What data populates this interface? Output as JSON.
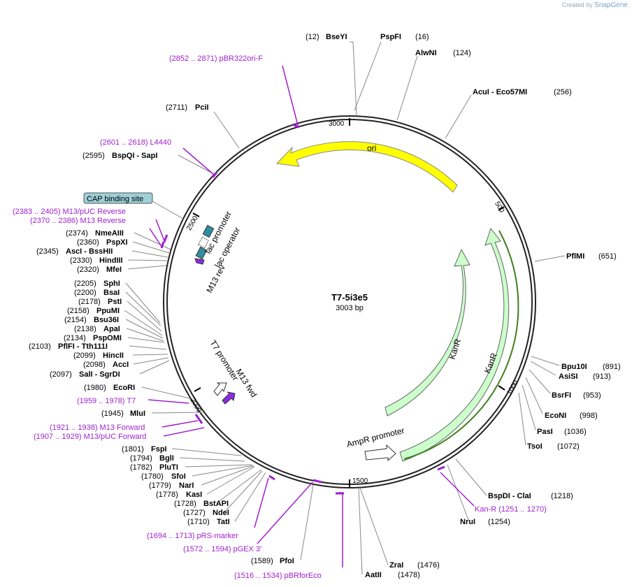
{
  "brand": {
    "prefix": "Created by",
    "name": "SnapGene"
  },
  "plasmid": {
    "name": "T7-5i3e5",
    "length_label": "3003 bp"
  },
  "ticks": [
    "500",
    "1000",
    "1500",
    "2000",
    "2500",
    "3000"
  ],
  "features": {
    "ori": "ori",
    "kanr_inner": "KanR",
    "kanr_outer": "KanR",
    "ampr_promoter": "AmpR promoter",
    "lac_promoter": "lac promoter",
    "lac_operator": "lac operator",
    "m13_rev": "M13 rev",
    "t7_promoter": "T7 promoter",
    "m13_fwd": "M13 fwd",
    "cap_site": "CAP binding site"
  },
  "sites": [
    {
      "pos": "(12)",
      "name": "BseYI"
    },
    {
      "pos": "(16)",
      "name": "PspFI"
    },
    {
      "pos": "(124)",
      "name": "AlwNI"
    },
    {
      "pos": "(256)",
      "name": "AcuI  - Eco57MI"
    },
    {
      "pos": "(651)",
      "name": "PflMI"
    },
    {
      "pos": "(891)",
      "name": "Bpu10I"
    },
    {
      "pos": "(913)",
      "name": "AsiSI"
    },
    {
      "pos": "(953)",
      "name": "BsrFI"
    },
    {
      "pos": "(998)",
      "name": "EcoNI"
    },
    {
      "pos": "(1036)",
      "name": "PasI"
    },
    {
      "pos": "(1072)",
      "name": "TsoI"
    },
    {
      "pos": "(1218)",
      "name": "BspDI  - ClaI"
    },
    {
      "pos": "(1254)",
      "name": "NruI"
    },
    {
      "pos": "(1476)",
      "name": "ZraI"
    },
    {
      "pos": "(1478)",
      "name": "AatII"
    },
    {
      "pos": "(1589)",
      "name": "PfoI"
    },
    {
      "pos": "(1710)",
      "name": "TatI"
    },
    {
      "pos": "(1727)",
      "name": "NdeI"
    },
    {
      "pos": "(1728)",
      "name": "BstAPI"
    },
    {
      "pos": "(1778)",
      "name": "KasI"
    },
    {
      "pos": "(1779)",
      "name": "NarI"
    },
    {
      "pos": "(1780)",
      "name": "SfoI"
    },
    {
      "pos": "(1782)",
      "name": "PluTI"
    },
    {
      "pos": "(1794)",
      "name": "BglI"
    },
    {
      "pos": "(1801)",
      "name": "FspI"
    },
    {
      "pos": "(1945)",
      "name": "MluI"
    },
    {
      "pos": "(1980)",
      "name": "EcoRI"
    },
    {
      "pos": "(2097)",
      "name": "SalI  - SgrDI"
    },
    {
      "pos": "(2098)",
      "name": "AccI"
    },
    {
      "pos": "(2099)",
      "name": "HincII"
    },
    {
      "pos": "(2103)",
      "name": "PflFI  - Tth111I"
    },
    {
      "pos": "(2134)",
      "name": "PspOMI"
    },
    {
      "pos": "(2138)",
      "name": "ApaI"
    },
    {
      "pos": "(2154)",
      "name": "Bsu36I"
    },
    {
      "pos": "(2158)",
      "name": "PpuMI"
    },
    {
      "pos": "(2178)",
      "name": "PstI"
    },
    {
      "pos": "(2200)",
      "name": "BsaI"
    },
    {
      "pos": "(2205)",
      "name": "SphI"
    },
    {
      "pos": "(2320)",
      "name": "MfeI"
    },
    {
      "pos": "(2330)",
      "name": "HindIII"
    },
    {
      "pos": "(2345)",
      "name": "AscI  - BssHII"
    },
    {
      "pos": "(2360)",
      "name": "PspXI"
    },
    {
      "pos": "(2374)",
      "name": "NmeAIII"
    },
    {
      "pos": "(2595)",
      "name": "BspQI  - SapI"
    },
    {
      "pos": "(2711)",
      "name": "PciI"
    }
  ],
  "primers": [
    "(2852 .. 2871)  pBR322ori-F",
    "(2601 .. 2618)  L4440",
    "(2383 .. 2405)  M13/pUC Reverse",
    "(2370 .. 2386)  M13 Reverse",
    "(1959 .. 1978)  T7",
    "(1921 .. 1938)  M13 Forward",
    "(1907 .. 1929)  M13/pUC Forward",
    "(1694 .. 1713)  pRS-marker",
    "(1572 .. 1594)  pGEX 3'",
    "(1516 .. 1534)  pBRforEco",
    "Kan-R    (1251 .. 1270)"
  ],
  "colors": {
    "ori": "#ffff00",
    "kanr": "#ccffcc",
    "cap": "#9ed0d8",
    "primer": "#a020d0",
    "lac_promoter": "#2f8ea0",
    "lac_operator": "#2f8ea0",
    "m13": "#8a2be2"
  }
}
